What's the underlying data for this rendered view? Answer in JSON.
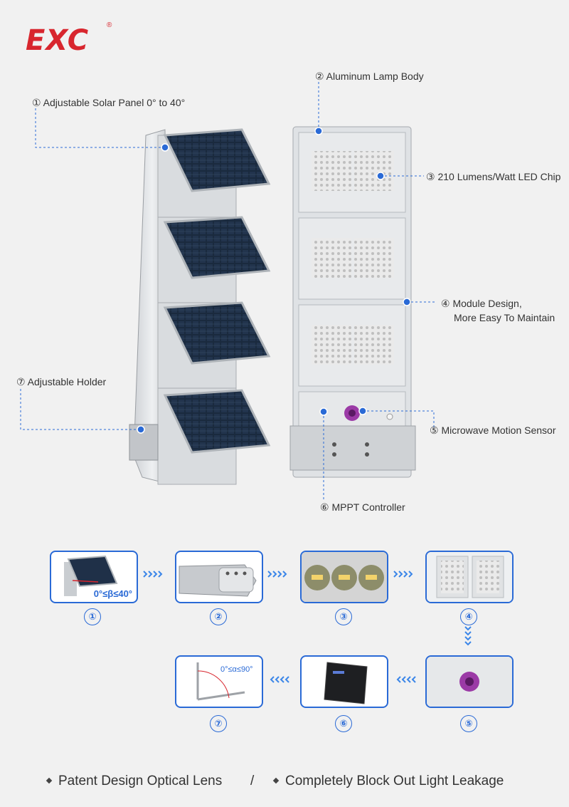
{
  "brand": {
    "logo_text": "EXC",
    "registered": "®"
  },
  "callouts": [
    "① Adjustable Solar Panel 0° to 40°",
    "② Aluminum Lamp Body",
    "③ 210 Lumens/Watt LED Chip",
    "④ Module Design,",
    "More Easy To Maintain",
    "⑤ Microwave Motion Sensor",
    "⑥ MPPT Controller",
    "⑦ Adjustable Holder"
  ],
  "steps": {
    "numbers": [
      "①",
      "②",
      "③",
      "④",
      "⑤",
      "⑥",
      "⑦"
    ],
    "angle_beta": "0°≤β≤40°",
    "angle_alpha": "0°≤α≤90°"
  },
  "footer": {
    "item1": "Patent Design Optical Lens",
    "separator": "/",
    "item2": "Completely Block Out Light Leakage"
  },
  "colors": {
    "brand_red": "#d8262e",
    "accent_blue": "#2a6ad6",
    "sensor_purple": "#9b3aa6"
  }
}
